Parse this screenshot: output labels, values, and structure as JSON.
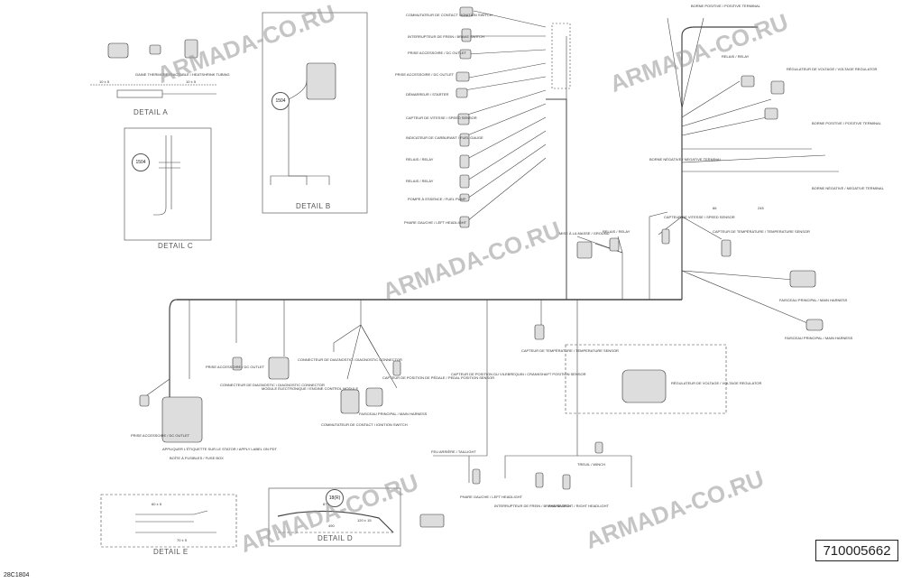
{
  "part_number": "710005662",
  "drawing_id": "28C1804",
  "watermark": "ARMADA-CO.RU",
  "details": {
    "a": "DETAIL A",
    "b": "DETAIL B",
    "c": "DETAIL C",
    "d": "DETAIL D",
    "e": "DETAIL E"
  },
  "callouts": {
    "b": "1504",
    "c": "1504",
    "d": "18(R)"
  },
  "labels": {
    "detail_a_note": "GAINE THERMORÉTRACTABLE / HEATSHRINK TUBING",
    "dim_a1": "10 ± 5",
    "dim_a2": "10 ± 5",
    "fuel_pump": "POMPE À ESSENCE / FUEL PUMP",
    "ground_strap": "APPLIQUER L'ÉTIQUETTE SUR LE STATOR / APPLY LABEL ON PDT",
    "voltage_reg": "RÉGULATEUR DE VOLTAGE / VOLTAGE REGULATOR",
    "gauge": "INDICATEUR DE CARBURANT / FUEL GAUGE",
    "ignition": "COMMUTATEUR DE CONTACT / IGNITION SWITCH",
    "acc_outlet": "PRISE ACCESSOIRE / DC OUTLET",
    "starter": "DÉMARREUR / STARTER",
    "diag": "CONNECTEUR DE DIAGNOSTIC / DIAGNOSTIC CONNECTOR",
    "ecm": "MODULE ÉLECTRONIQUE / ENGINE CONTROL MODULE",
    "temp_sensor": "CAPTEUR DE TEMPÉRATURE / TEMPERATURE SENSOR",
    "pedal": "CAPTEUR DE POSITION DE PÉDALE / PEDAL POSITION SENSOR",
    "speed": "CAPTEUR DE VITESSE / SPEED SENSOR",
    "crank": "CAPTEUR DE POSITION DU VILEBREQUIN / CRANKSHAFT POSITION SENSOR",
    "taillight": "FEU ARRIÈRE / TAILLIGHT",
    "headlight_l": "PHARE GAUCHE / LEFT HEADLIGHT",
    "headlight_r": "PHARE DROIT / RIGHT HEADLIGHT",
    "brake_sw": "INTERRUPTEUR DE FREIN / BRAKE SWITCH",
    "ground": "MISE À LA MASSE / GROUND",
    "relay": "RELAIS / RELAY",
    "fuse_box": "BOÎTE À FUSIBLES / FUSE BOX",
    "main_harness": "FAISCEAU PRINCIPAL / MAIN HARNESS",
    "winch": "TREUIL / WINCH",
    "battery_pos": "BORNE POSITIVE / POSITIVE TERMINAL",
    "battery_neg": "BORNE NÉGATIVE / NEGATIVE TERMINAL",
    "dim_main": "245",
    "dim_sub": "66",
    "dim_d1": "870",
    "dim_d2": "490",
    "dim_d3": "120 ± 15",
    "dim_e1": "60 ± 5",
    "dim_e2": "70 ± 5"
  }
}
